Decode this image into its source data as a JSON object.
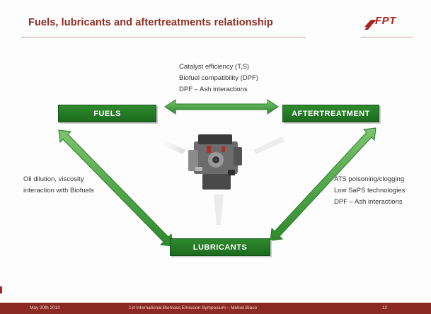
{
  "slide": {
    "title": "Fuels, lubricants and aftertreatments relationship",
    "logo": "FPT"
  },
  "boxes": {
    "fuels": "FUELS",
    "aftertreatment": "AFTERTREATMENT",
    "lubricants": "LUBRICANTS"
  },
  "notes": {
    "top": [
      "Catalyst efficiency (T,S)",
      "Biofuel compatibility (DPF)",
      "DPF – Ash interactions"
    ],
    "left": [
      "Oil dilution, viscosity",
      "interaction with Biofuels"
    ],
    "right": [
      "ATS poisoning/clogging",
      "Low SaPS technologies",
      "DPF – Ash interactions"
    ]
  },
  "footer": {
    "date": "May 20th 2010",
    "event": "1st International Biomass Emission Symposium – Mekiel Biaso",
    "page": "12"
  },
  "colors": {
    "title": "#8e2c22",
    "box": "#2f8a2d",
    "arrow": "#3f9b3c",
    "footer": "#8a2a23"
  }
}
